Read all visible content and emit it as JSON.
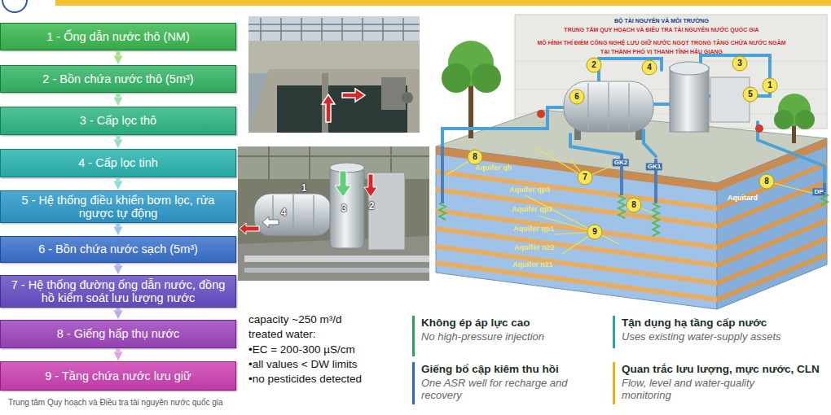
{
  "diagram": {
    "nodes": [
      {
        "text": [
          "1 - Ống dẫn nước thô (NM)"
        ]
      },
      {
        "text": [
          "2 - Bồn chứa nước thô (5m³)"
        ]
      },
      {
        "text": [
          "3 - Cấp lọc thô"
        ]
      },
      {
        "text": [
          "4 - Cấp lọc tinh"
        ]
      },
      {
        "text": [
          "5 - Hệ thống điều khiển bơm lọc, rửa ngược tự động"
        ]
      },
      {
        "text": [
          "6 - Bồn chứa nước sạch (5m³)"
        ]
      },
      {
        "text": [
          "7 - Hệ thống đường ống dẫn nước, đồng hồ kiểm soát lưu lượng nước"
        ]
      },
      {
        "text": [
          "8 - Giếng hấp thụ nước"
        ]
      },
      {
        "text": [
          "9 - Tầng chứa nước lưu giữ"
        ]
      }
    ],
    "edges": [
      {
        "from": 0,
        "to": 1,
        "arrow": "to"
      },
      {
        "from": 1,
        "to": 2,
        "arrow": "to"
      },
      {
        "from": 2,
        "to": 3,
        "arrow": "to"
      },
      {
        "from": 3,
        "to": 4,
        "arrow": "to"
      },
      {
        "from": 4,
        "to": 5,
        "arrow": "to"
      },
      {
        "from": 5,
        "to": 6,
        "arrow": "to"
      },
      {
        "from": 6,
        "to": 7,
        "arrow": "to"
      },
      {
        "from": 7,
        "to": 8,
        "arrow": "to"
      }
    ],
    "labels": [
      "BỘ TÀI NGUYÊN VÀ MÔI TRƯỜNG",
      "TRUNG TÂM QUY HOẠCH VÀ ĐIỀU TRA TÀI NGUYÊN NƯỚC QUỐC GIA",
      "MÔ HÌNH THÍ ĐIỂM CÔNG NGHỆ LƯU GIỮ NƯỚC NGỌT TRONG TẦNG CHỨA NƯỚC NGẦM",
      "TẠI THÀNH PHỐ VỊ THANH TỈNH HẬU GIANG",
      "1",
      "4",
      "3",
      "2",
      "capacity ~250 m³/d",
      "treated water:",
      "•EC = 200-300 µS/cm",
      "•all values < DW limits",
      "•no pesticides detected",
      "2",
      "4",
      "3",
      "1",
      "5",
      "6",
      "8",
      "7",
      "8",
      "8",
      "9",
      "Aquifer qh",
      "Aquifer qp3",
      "Aquifer qp2",
      "Aquifer qp1",
      "Aquifer n22",
      "Aquifer n21",
      "Aquitard",
      "GK2",
      "GK1",
      "DP",
      "Không ép áp lực cao",
      "No high-pressure injection",
      "Tận dụng hạ tầng cấp nước",
      "Uses existing water-supply assets",
      "Giếng bổ cập kiêm thu hồi",
      "One ASR well for recharge and recovery",
      "Quan trắc lưu lượng, mực nước, CLN",
      "Flow, level and water-quality monitoring",
      "Trung tâm Quy hoạch và Điều tra tài nguyên nước quốc gia"
    ]
  }
}
